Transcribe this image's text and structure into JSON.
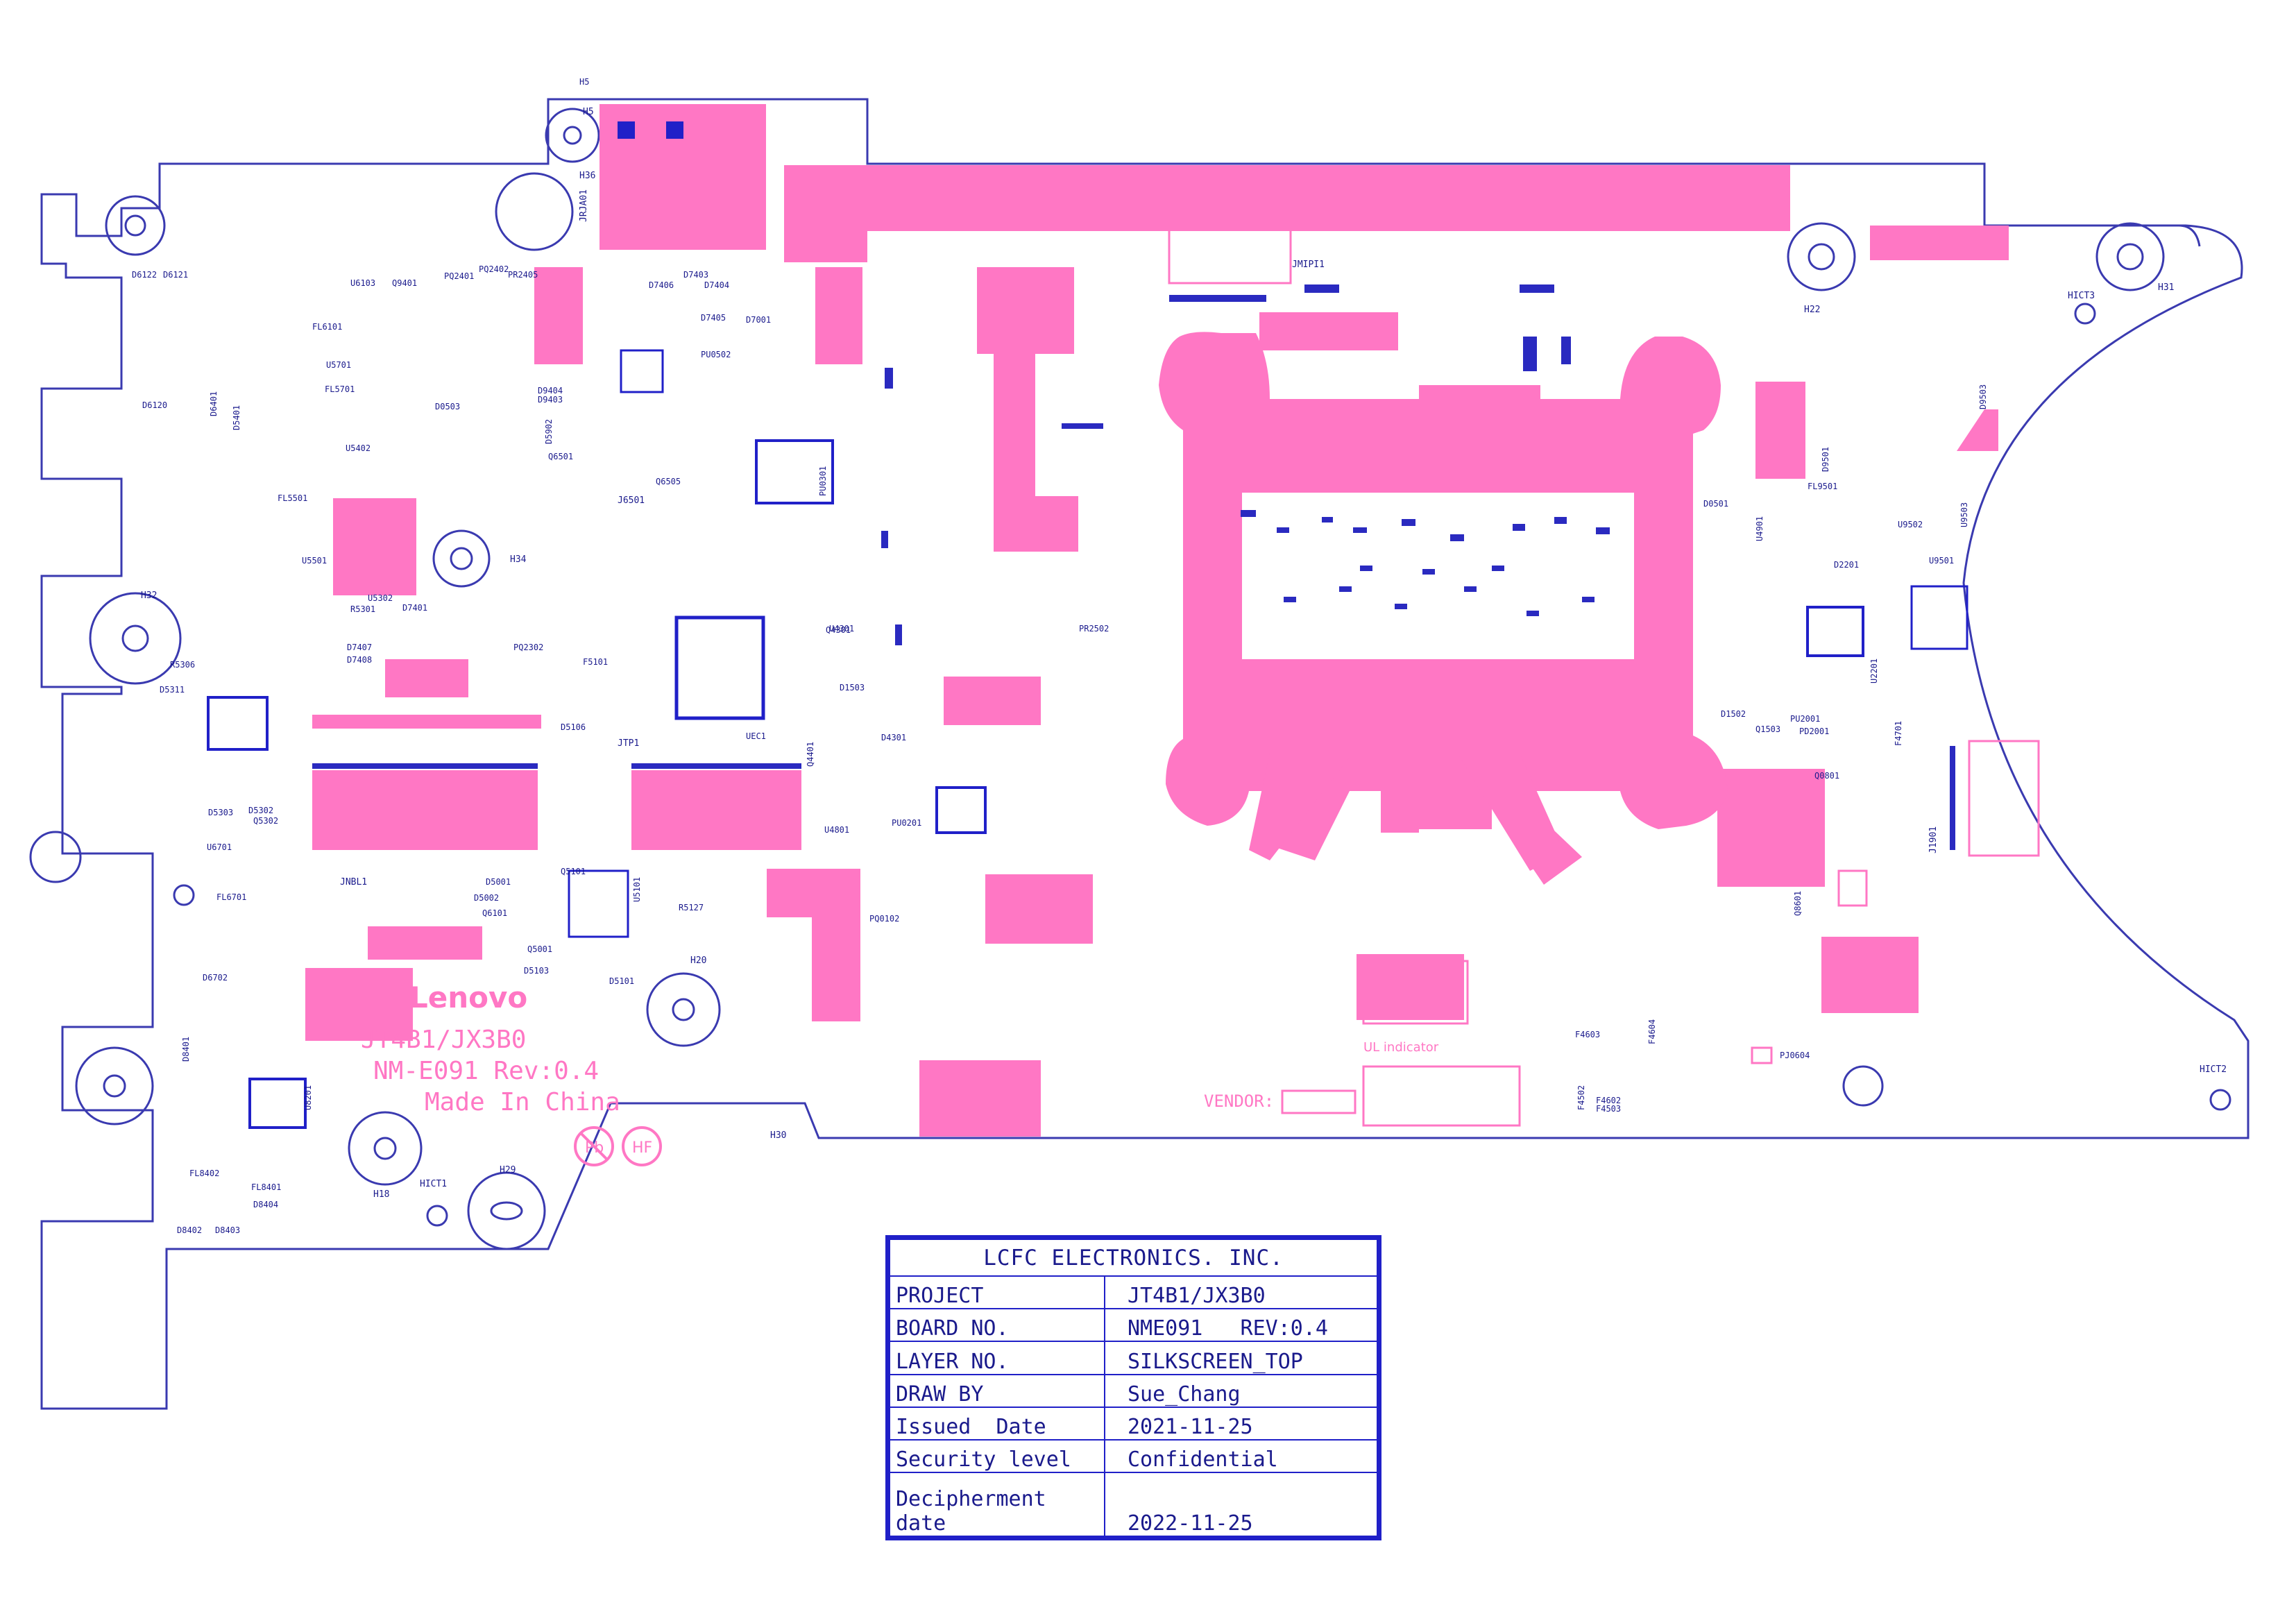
{
  "board_labels": {
    "lenovo": "Lenovo",
    "model": "JT4B1/JX3B0",
    "board_rev": "NM-E091 Rev:0.4",
    "origin": "Made In China",
    "ul_indicator": "UL indicator",
    "vendor": "VENDOR:"
  },
  "marks": {
    "pb_free": "Pb",
    "halogen_free": "HF"
  },
  "connectors": {
    "jnbl1": "JNBL1",
    "jmipi1": "JMIPI1",
    "jtp1": "JTP1",
    "jrja01": "JRJA01",
    "jusb1": "J6501",
    "j1901": "J1901"
  },
  "holes": {
    "h5": "H5",
    "h36": "H36",
    "h34": "H34",
    "h32": "H32",
    "h22": "H22",
    "h31": "H31",
    "h20": "H20",
    "h30": "H30",
    "h29": "H29",
    "h18": "H18",
    "hict1": "HICT1",
    "hict2": "HICT2",
    "hict3": "HICT3"
  },
  "components": [
    "U6103",
    "Q9401",
    "PQ2401",
    "PQ2402",
    "PR2405",
    "FL6101",
    "U5701",
    "FL5701",
    "D6120",
    "D6122",
    "D6121",
    "D6401",
    "D5401",
    "U5402",
    "FL5501",
    "U5501",
    "U5302",
    "R5301",
    "D7401",
    "R5306",
    "D5311",
    "D5303",
    "D5302",
    "Q5302",
    "U6701",
    "FL6701",
    "D6702",
    "D8401",
    "FL8402",
    "FL8401",
    "D8404",
    "D8402",
    "D8403",
    "D9404",
    "D9403",
    "D5902",
    "Q6501",
    "Q6505",
    "PU0502",
    "D7001",
    "PU0301",
    "U4301",
    "D1503",
    "D4301",
    "U4801",
    "PU0201",
    "PQ0102",
    "PR2502",
    "D0501",
    "U4901",
    "D2201",
    "U9502",
    "U9501",
    "FL9501",
    "U2201",
    "F4701",
    "Q0801",
    "Q1503",
    "PU2001",
    "PD2001",
    "D1502",
    "F4603",
    "F4604",
    "F4602",
    "F4503",
    "F4502",
    "PJ0604",
    "U8201",
    "D5001",
    "D5002",
    "Q6101",
    "Q5001",
    "D5103",
    "D5101",
    "R5127",
    "U5101",
    "Q5101",
    "D5106",
    "F5101",
    "Q4301",
    "Q4401",
    "UEC1",
    "PQ2302",
    "D7406",
    "D7407",
    "D7403",
    "D7404",
    "D7405",
    "D0503",
    "H5",
    "U9503",
    "D9503",
    "D9501",
    "Q8601",
    "D7408"
  ],
  "title_block": {
    "company": "LCFC ELECTRONICS. INC.",
    "rows": [
      {
        "label": "PROJECT",
        "value": "JT4B1/JX3B0"
      },
      {
        "label": "BOARD NO.",
        "value": "NME091   REV:0.4"
      },
      {
        "label": "LAYER NO.",
        "value": "SILKSCREEN_TOP"
      },
      {
        "label": "DRAW BY",
        "value": "Sue_Chang"
      },
      {
        "label": "Issued  Date",
        "value": "2021-11-25"
      },
      {
        "label": "Security level",
        "value": "Confidential"
      },
      {
        "label": "Decipherment date",
        "value": "2022-11-25"
      }
    ]
  },
  "colors": {
    "outline": "#3a3ab0",
    "copper": "#ff77c4",
    "text": "#1a1a8c",
    "frame": "#2020c8"
  }
}
